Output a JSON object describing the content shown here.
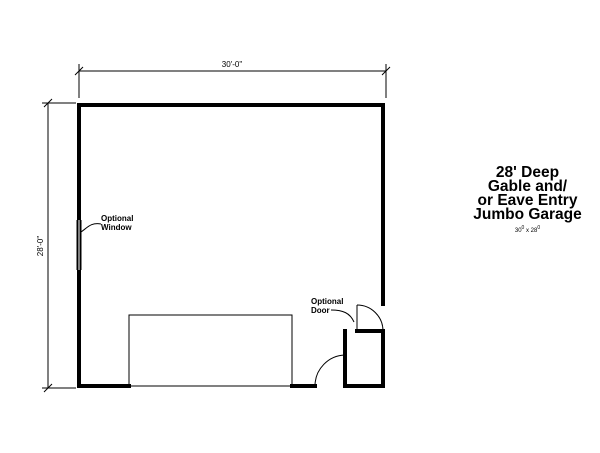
{
  "plan": {
    "width_dimension": "30'-0\"",
    "depth_dimension": "28'-0\"",
    "window_label_line1": "Optional",
    "window_label_line2": "Window",
    "door_label_line1": "Optional",
    "door_label_line2": "Door"
  },
  "title": {
    "line1": "28' Deep",
    "line2": "Gable and/",
    "line3": "or Eave Entry",
    "line4": "Jumbo Garage",
    "size_width": "30",
    "size_width_sup": "0",
    "size_sep": " x ",
    "size_depth": "28",
    "size_depth_sup": "0"
  }
}
